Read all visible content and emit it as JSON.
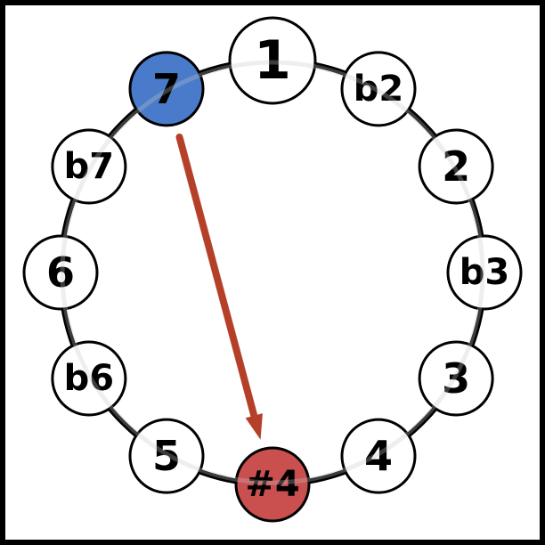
{
  "diagram": {
    "nodes": [
      {
        "label": "1",
        "fill": "#ffffff",
        "big": true
      },
      {
        "label": "b2",
        "fill": "#ffffff"
      },
      {
        "label": "2",
        "fill": "#ffffff"
      },
      {
        "label": "b3",
        "fill": "#ffffff"
      },
      {
        "label": "3",
        "fill": "#ffffff"
      },
      {
        "label": "4",
        "fill": "#ffffff"
      },
      {
        "label": "#4",
        "fill": "#c9504f"
      },
      {
        "label": "5",
        "fill": "#ffffff"
      },
      {
        "label": "b6",
        "fill": "#ffffff"
      },
      {
        "label": "6",
        "fill": "#ffffff"
      },
      {
        "label": "b7",
        "fill": "#ffffff"
      },
      {
        "label": "7",
        "fill": "#4a7bcb"
      }
    ],
    "arrow": {
      "from": "7",
      "to": "#4",
      "color": "#b5402a"
    }
  }
}
